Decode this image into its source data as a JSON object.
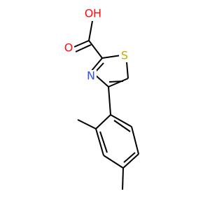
{
  "molecule": {
    "atoms": {
      "hydroxyl_o": {
        "label": "O",
        "color": "#ff0d0d"
      },
      "hydroxyl_h": {
        "label": "H",
        "color": "#ff0d0d"
      },
      "carbonyl_o": {
        "label": "O",
        "color": "#ff0d0d"
      },
      "ring_s": {
        "label": "S",
        "color": "#c8aa00"
      },
      "ring_n": {
        "label": "N",
        "color": "#3050f8"
      }
    },
    "bond_color": "#000000"
  }
}
